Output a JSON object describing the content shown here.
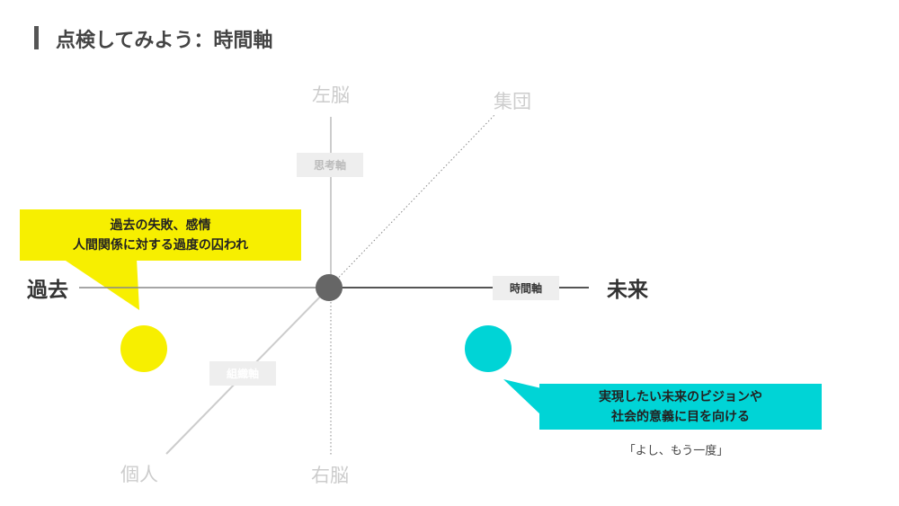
{
  "title": "点検してみよう：時間軸",
  "axes": {
    "top": "左脳",
    "bottom": "右脳",
    "top_right": "集団",
    "bottom_left": "個人",
    "left": "過去",
    "right": "未来"
  },
  "tags": {
    "thinking": "思考軸",
    "organization": "組織軸",
    "time": "時間軸"
  },
  "past_callout": {
    "line1": "過去の失敗、感情",
    "line2": "人間関係に対する過度の囚われ"
  },
  "future_callout": {
    "line1": "実現したい未来のビジョンや",
    "line2": "社会的意義に目を向ける"
  },
  "quote": "「よし、もう一度」",
  "colors": {
    "past": "#f7ef00",
    "future": "#00d4d6",
    "center": "#666666"
  }
}
